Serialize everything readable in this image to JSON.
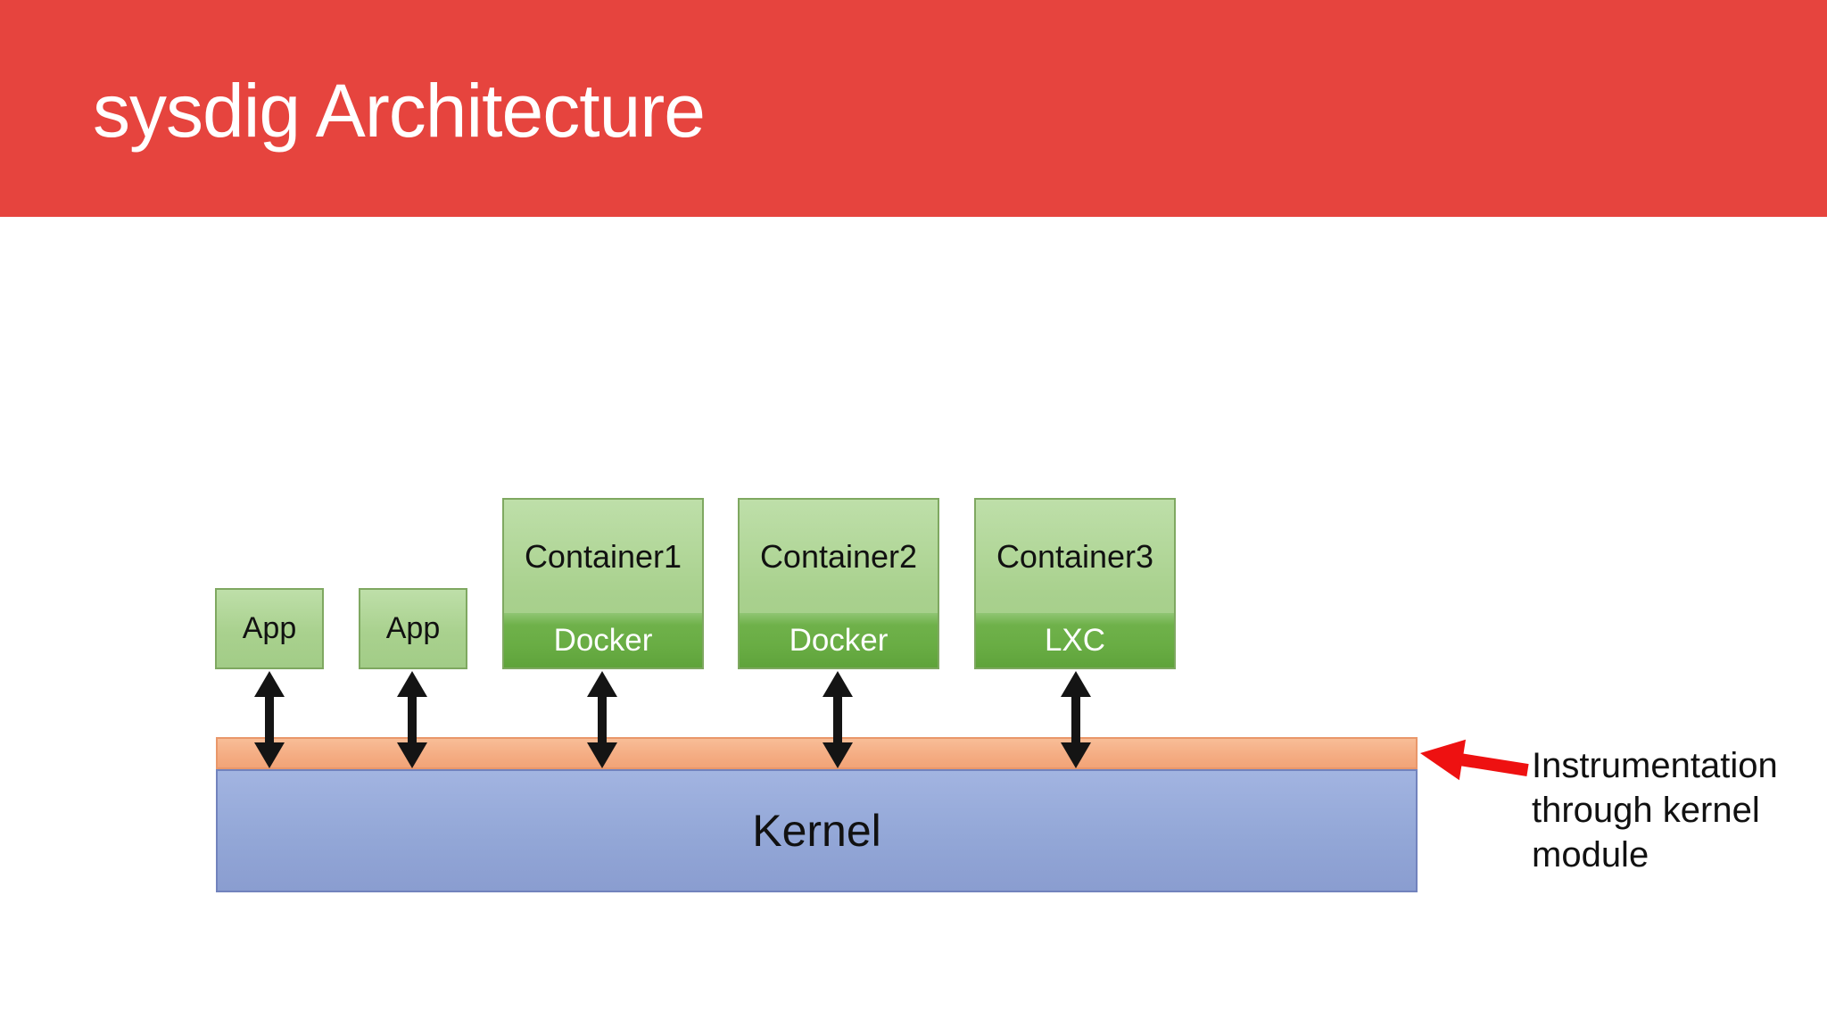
{
  "slide": {
    "title": "sysdig Architecture",
    "banner_color": "#e6443e",
    "title_color": "#ffffff",
    "background_color": "#ffffff"
  },
  "diagram": {
    "apps": [
      {
        "label": "App"
      },
      {
        "label": "App"
      }
    ],
    "containers": [
      {
        "label": "Container1",
        "runtime": "Docker"
      },
      {
        "label": "Container2",
        "runtime": "Docker"
      },
      {
        "label": "Container3",
        "runtime": "LXC"
      }
    ],
    "box_colors": {
      "light_green_fill": "#a9d18e",
      "dark_green_band": "#69ad44",
      "green_border": "#7fa861"
    },
    "instrumentation_layer": {
      "fill": "#f4ac82",
      "border": "#e9976a"
    },
    "kernel": {
      "label": "Kernel",
      "fill": "#93a7d7",
      "border": "#7283bd"
    },
    "connector_arrow_color": "#141414",
    "callout": {
      "lines": [
        "Instrumentation",
        "through kernel",
        "module"
      ],
      "arrow_color": "#ee1111"
    }
  }
}
